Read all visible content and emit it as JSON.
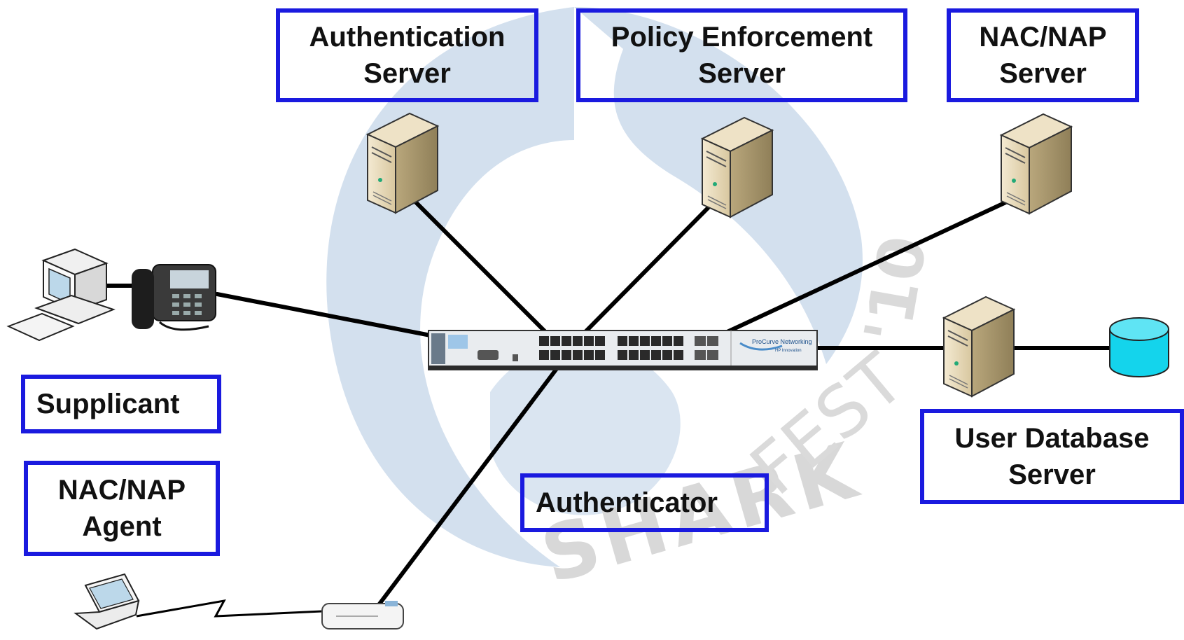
{
  "watermark": {
    "brand": "SHARK",
    "suffix": "FEST",
    "year": "'10"
  },
  "labels": {
    "authentication_server": [
      "Authentication",
      "Server"
    ],
    "policy_server": [
      "Policy Enforcement",
      "Server"
    ],
    "nac_server": [
      "NAC/NAP",
      "Server"
    ],
    "supplicant": [
      "Supplicant"
    ],
    "nac_agent": [
      "NAC/NAP",
      "Agent"
    ],
    "authenticator": [
      "Authenticator"
    ],
    "user_db_server": [
      "User Database",
      "Server"
    ]
  },
  "switch": {
    "brand_text": "ProCurve Networking",
    "sub_text": "HP Innovation"
  },
  "colors": {
    "box_border": "#1a1adf",
    "watermark_blue": "#d3e0ee",
    "link": "#000000",
    "database": "#14d4ec"
  }
}
